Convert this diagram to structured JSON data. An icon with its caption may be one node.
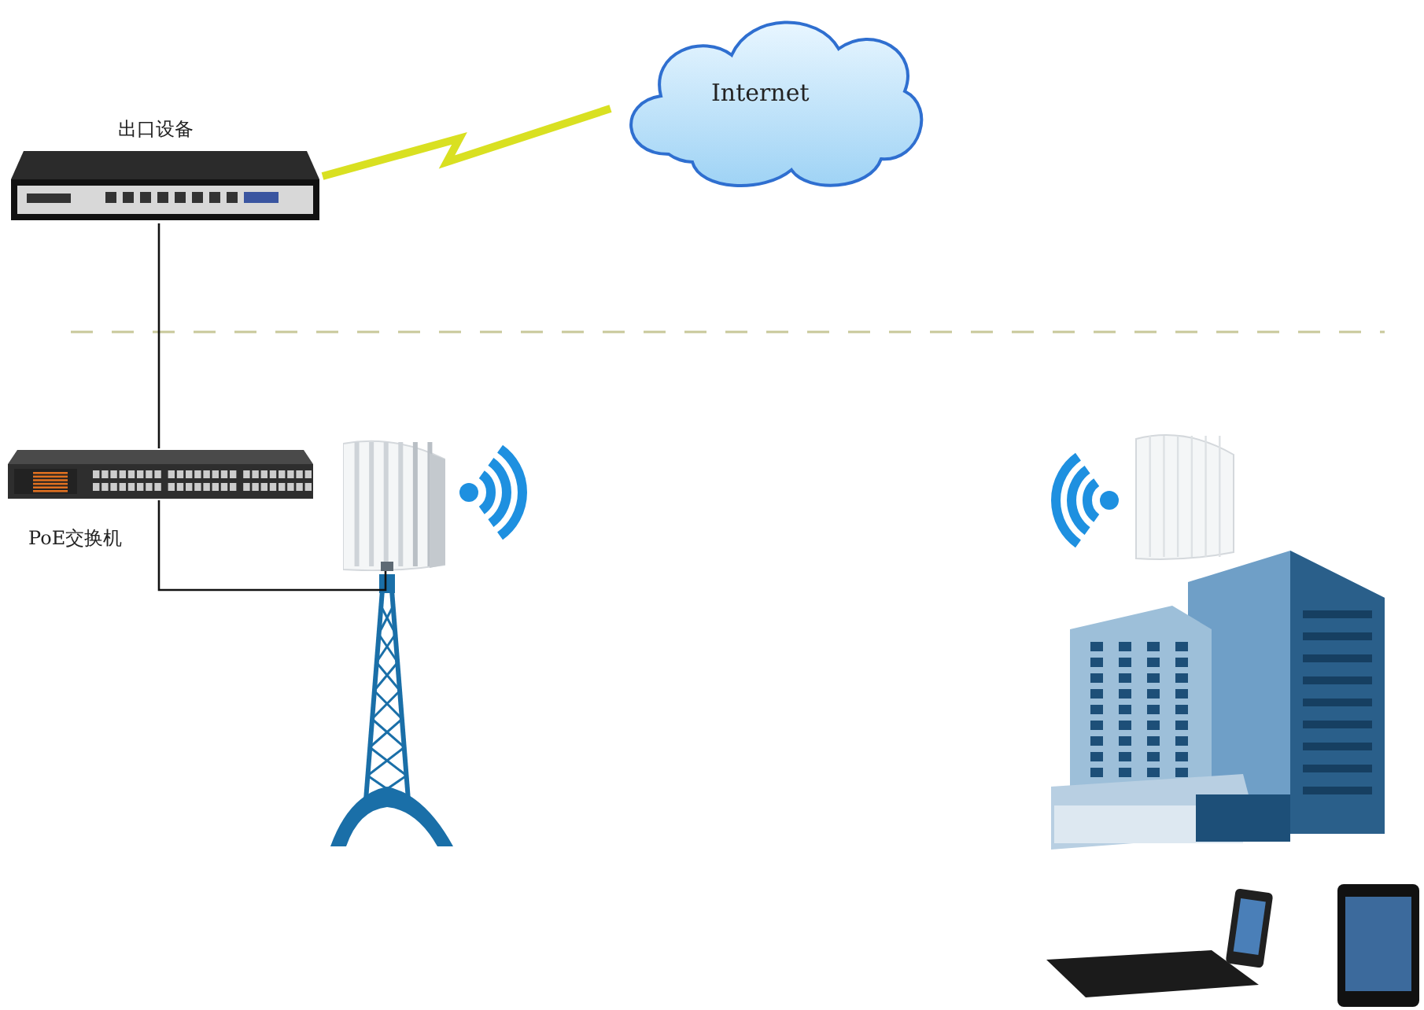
{
  "diagram": {
    "nodes": [
      {
        "text": [
          "Internet"
        ]
      },
      {
        "text": [
          "出口设备"
        ]
      },
      {
        "text": [
          "PoE交换机"
        ]
      },
      {
        "text": [],
        "shape": "picture"
      }
    ],
    "edges": [
      {
        "from": 1,
        "to": 0,
        "arrow": "none",
        "style": "thick",
        "color": "#d9e021"
      },
      {
        "from": 1,
        "to": 2,
        "arrow": "none"
      },
      {
        "from": 2,
        "to": 3,
        "arrow": "none"
      }
    ]
  }
}
